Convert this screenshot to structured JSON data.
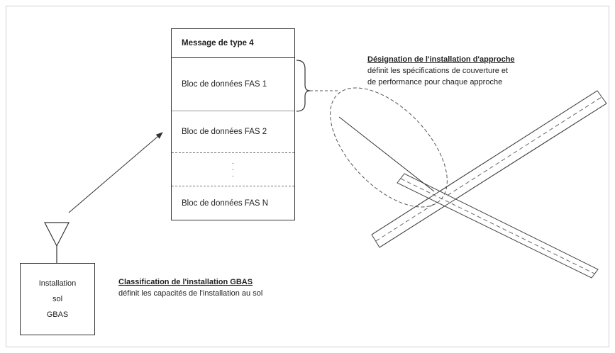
{
  "message_box": {
    "title": "Message de type 4",
    "rows": [
      "Bloc de données FAS 1",
      "Bloc de données FAS 2",
      "Bloc de données FAS N"
    ],
    "ellipsis_marks": [
      "·",
      "·",
      "·"
    ]
  },
  "ground_station": {
    "lines": [
      "Installation",
      "sol",
      "GBAS"
    ]
  },
  "approach_label": {
    "title": "Désignation de l'installation d'approche",
    "line1": "définit les spécifications de couverture et",
    "line2": "de performance pour chaque approche"
  },
  "classification_label": {
    "title": "Classification de l'installation GBAS",
    "line1": "définit les capacités de l'installation au sol"
  },
  "colors": {
    "line": "#333333",
    "frame": "#cfcfcf",
    "background": "#ffffff"
  }
}
